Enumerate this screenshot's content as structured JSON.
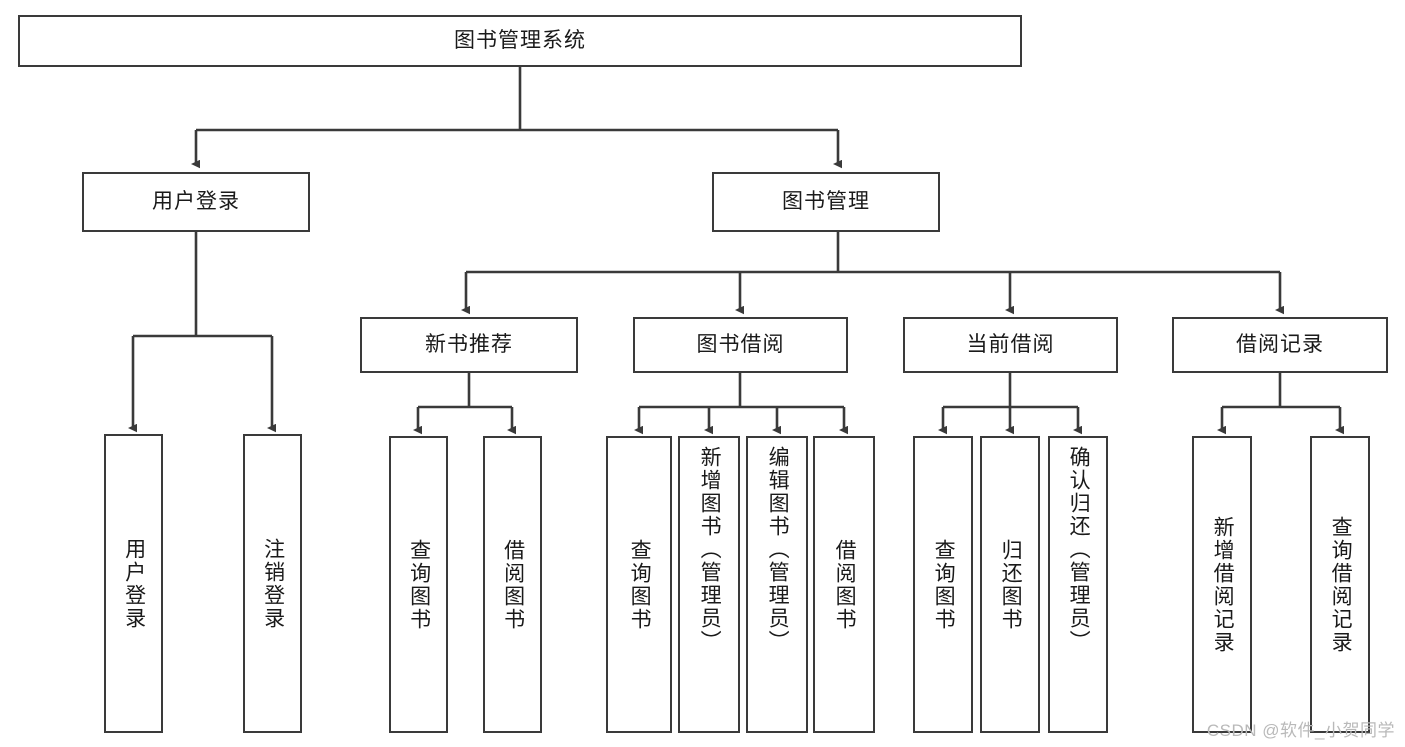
{
  "diagram": {
    "title": "图书管理系统",
    "type": "tree-hierarchy-chart",
    "background_color": "#ffffff",
    "line_color": "#3a3a3a",
    "text_color": "#1a1a1a",
    "root": {
      "label": "图书管理系统"
    },
    "level2": [
      {
        "label": "用户登录"
      },
      {
        "label": "图书管理"
      }
    ],
    "level3": [
      {
        "label": "新书推荐"
      },
      {
        "label": "图书借阅"
      },
      {
        "label": "当前借阅"
      },
      {
        "label": "借阅记录"
      }
    ],
    "leaves": {
      "user_login": [
        {
          "label": "用户登录"
        },
        {
          "label": "注销登录"
        }
      ],
      "new_book_recommend": [
        {
          "label": "查询图书"
        },
        {
          "label": "借阅图书"
        }
      ],
      "book_borrow": [
        {
          "label": "查询图书"
        },
        {
          "label": "新增图书（管理员）"
        },
        {
          "label": "编辑图书（管理员）"
        },
        {
          "label": "借阅图书"
        }
      ],
      "current_borrow": [
        {
          "label": "查询图书"
        },
        {
          "label": "归还图书"
        },
        {
          "label": "确认归还（管理员）"
        }
      ],
      "borrow_record": [
        {
          "label": "新增借阅记录"
        },
        {
          "label": "查询借阅记录"
        }
      ]
    }
  },
  "watermark": {
    "text": "CSDN @软件_小贺同学"
  }
}
